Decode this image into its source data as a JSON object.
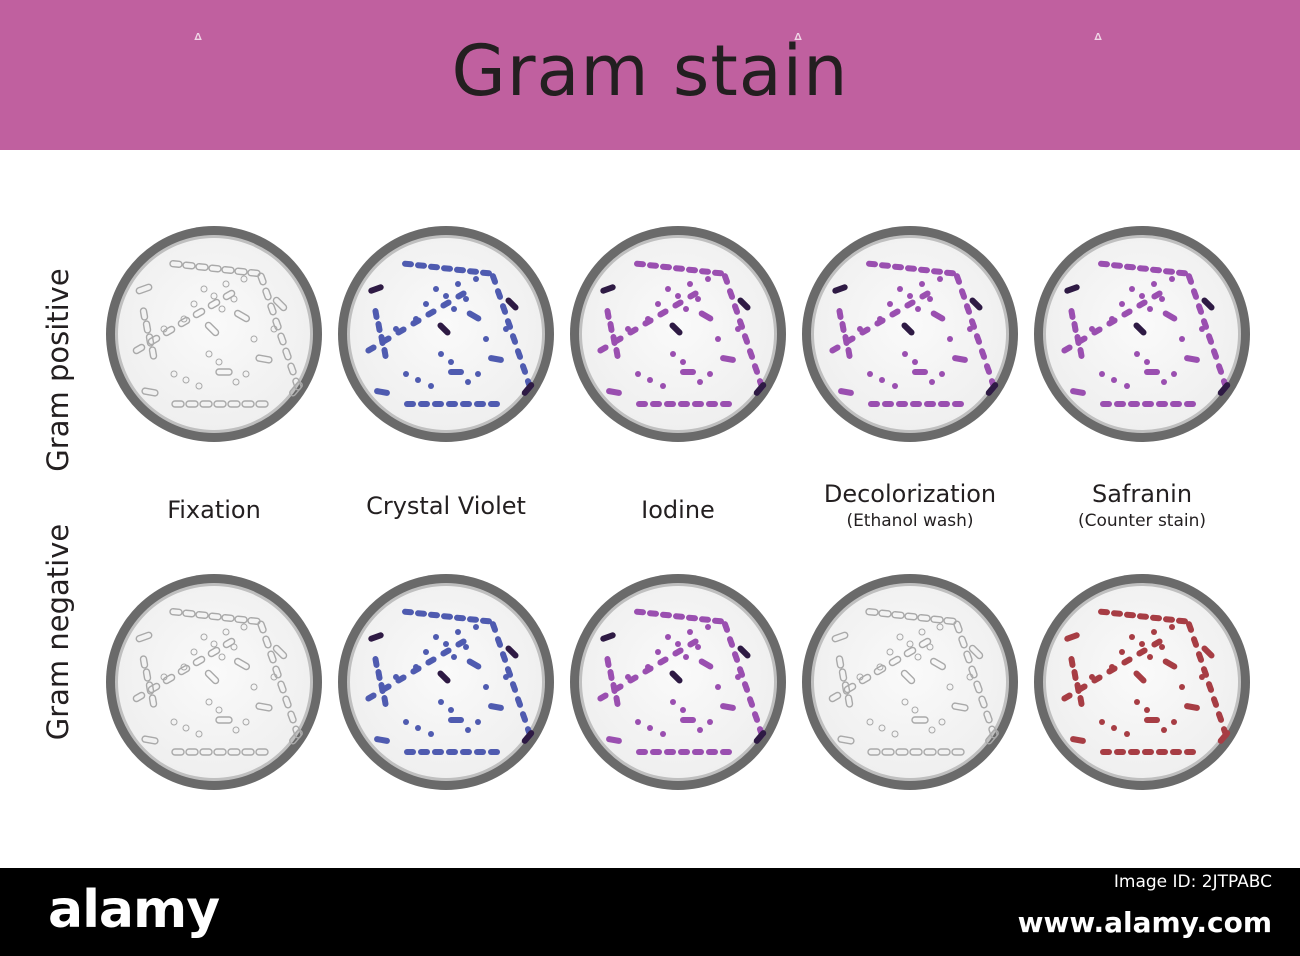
{
  "title": "Gram stain",
  "colors": {
    "banner": "#c0609f",
    "dish_rim": "#6a6a6a",
    "dish_inner": "#eeeeee",
    "outline_cells": "#a9a9a9",
    "crystal_violet": "#4f5bb0",
    "iodine": "#9a4fb0",
    "dark_accent": "#2e1a44",
    "safranin": "#a73d44"
  },
  "rows": [
    {
      "label": "Gram positive"
    },
    {
      "label": "Gram negative"
    }
  ],
  "steps": [
    {
      "name": "Fixation",
      "sub": ""
    },
    {
      "name": "Crystal Violet",
      "sub": ""
    },
    {
      "name": "Iodine",
      "sub": ""
    },
    {
      "name": "Decolorization",
      "sub": "(Ethanol wash)"
    },
    {
      "name": "Safranin",
      "sub": "(Counter stain)"
    }
  ],
  "dishes": [
    [
      {
        "stain": "outline",
        "accent": "none"
      },
      {
        "stain": "crystal_violet",
        "accent": "dark_accent"
      },
      {
        "stain": "iodine",
        "accent": "dark_accent"
      },
      {
        "stain": "iodine",
        "accent": "dark_accent"
      },
      {
        "stain": "iodine",
        "accent": "dark_accent"
      }
    ],
    [
      {
        "stain": "outline",
        "accent": "none"
      },
      {
        "stain": "crystal_violet",
        "accent": "dark_accent"
      },
      {
        "stain": "iodine",
        "accent": "dark_accent"
      },
      {
        "stain": "outline",
        "accent": "none"
      },
      {
        "stain": "safranin",
        "accent": "none"
      }
    ]
  ],
  "watermark": {
    "logo": "alamy",
    "image_code": "Image ID: 2JTPABC",
    "url": "www.alamy.com"
  }
}
